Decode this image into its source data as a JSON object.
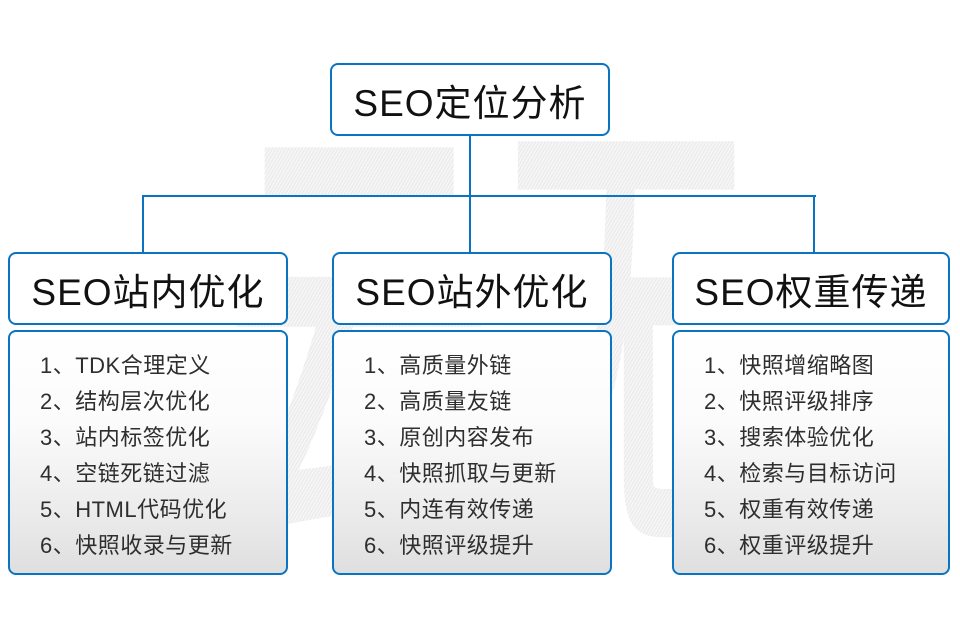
{
  "watermark": "云无限",
  "root": {
    "title": "SEO定位分析"
  },
  "columns": [
    {
      "title": "SEO站内优化",
      "items": [
        "1、TDK合理定义",
        "2、结构层次优化",
        "3、站内标签优化",
        "4、空链死链过滤",
        "5、HTML代码优化",
        "6、快照收录与更新"
      ]
    },
    {
      "title": "SEO站外优化",
      "items": [
        "1、高质量外链",
        "2、高质量友链",
        "3、原创内容发布",
        "4、快照抓取与更新",
        "5、内连有效传递",
        "6、快照评级提升"
      ]
    },
    {
      "title": "SEO权重传递",
      "items": [
        "1、快照增缩略图",
        "2、快照评级排序",
        "3、搜索体验优化",
        "4、检索与目标访问",
        "5、权重有效传递",
        "6、权重评级提升"
      ]
    }
  ],
  "colors": {
    "line": "#0b74c2",
    "box_border": "#0b74c2",
    "header_text": "#111111",
    "list_text": "#2e2e2e",
    "watermark": "#ededed"
  }
}
